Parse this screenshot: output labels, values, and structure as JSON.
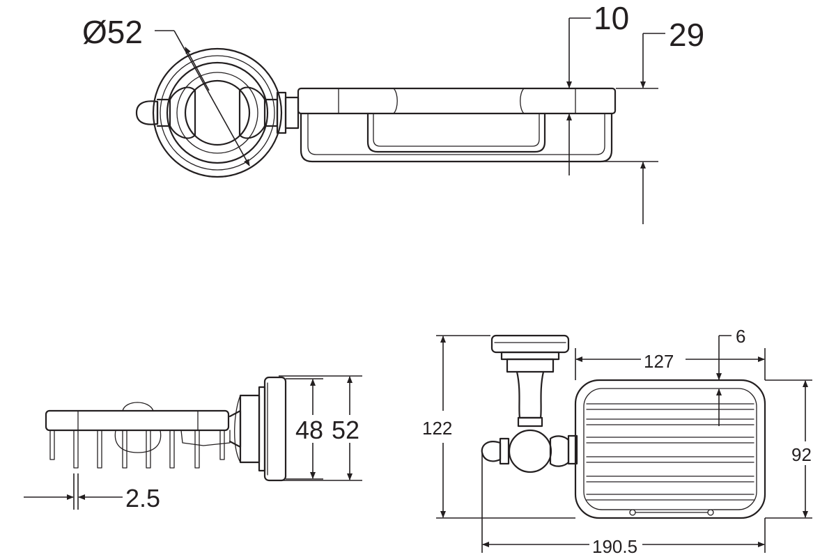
{
  "top_view": {
    "diameter_label": "Ø52",
    "depth_label": "10",
    "height_label": "29"
  },
  "side_view": {
    "inner_label": "48",
    "outer_label": "52",
    "wire_label": "2.5"
  },
  "front_view": {
    "total_height_label": "122",
    "gap_label": "6",
    "basket_width_label": "127",
    "basket_height_label": "92",
    "total_width_label": "190.5"
  }
}
